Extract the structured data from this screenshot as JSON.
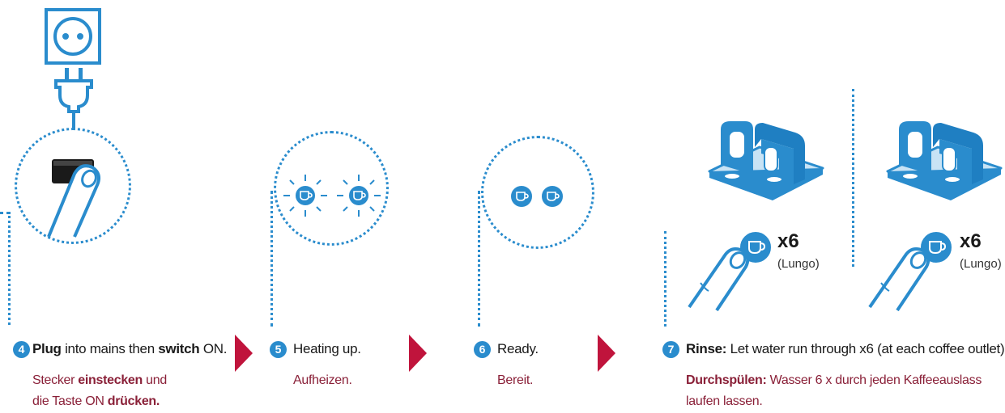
{
  "steps": [
    {
      "number": "4",
      "en": {
        "b1": "Plug",
        "t1": " into mains then ",
        "b2": "switch",
        "t2": " ON."
      },
      "de": {
        "line1_pre": "Stecker ",
        "line1_bold": "einstecken",
        "line1_post": " und",
        "line2_pre": "die Taste ON ",
        "line2_bold": "drücken."
      }
    },
    {
      "number": "5",
      "en": {
        "text": "Heating up."
      },
      "de": {
        "text": "Aufheizen."
      }
    },
    {
      "number": "6",
      "en": {
        "text": "Ready."
      },
      "de": {
        "text": "Bereit."
      }
    },
    {
      "number": "7",
      "en": {
        "bold": "Rinse:",
        "text": " Let water run through x6 (at each coffee outlet)."
      },
      "de": {
        "bold": "Durchspülen:",
        "line1": " Wasser 6 x durch jeden Kaffeeauslass",
        "line2": "laufen lassen."
      }
    }
  ],
  "rinse": {
    "left": {
      "count": "x6",
      "label": "(Lungo)"
    },
    "right": {
      "count": "x6",
      "label": "(Lungo)"
    }
  },
  "colors": {
    "accent": "#2a8ccd",
    "arrow": "#c0143c",
    "german": "#8a2038"
  }
}
